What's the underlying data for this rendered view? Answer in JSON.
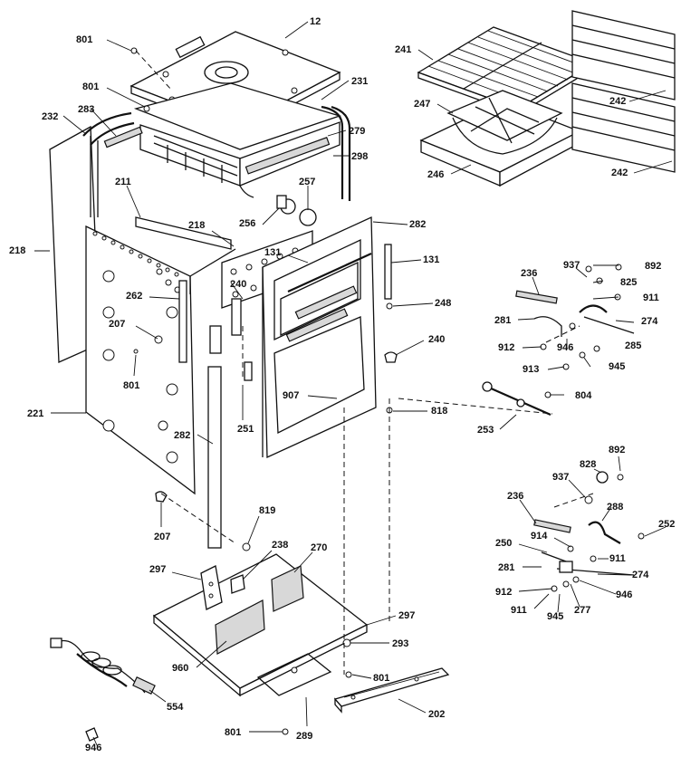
{
  "labels": {
    "l_801_a": "801",
    "l_12": "12",
    "l_241": "241",
    "l_801_b": "801",
    "l_231": "231",
    "l_247": "247",
    "l_242_a": "242",
    "l_232": "232",
    "l_283": "283",
    "l_279": "279",
    "l_298": "298",
    "l_246": "246",
    "l_242_b": "242",
    "l_211": "211",
    "l_257": "257",
    "l_256": "256",
    "l_218_a": "218",
    "l_218_b": "218",
    "l_282_a": "282",
    "l_131_a": "131",
    "l_131_b": "131",
    "l_236_a": "236",
    "l_937_a": "937",
    "l_892_a": "892",
    "l_825": "825",
    "l_911_a": "911",
    "l_281_a": "281",
    "l_274_a": "274",
    "l_240_a": "240",
    "l_248": "248",
    "l_262": "262",
    "l_207_a": "207",
    "l_240_b": "240",
    "l_912_a": "912",
    "l_946_a": "946",
    "l_285": "285",
    "l_913": "913",
    "l_945_a": "945",
    "l_801_c": "801",
    "l_907": "907",
    "l_818": "818",
    "l_253": "253",
    "l_804": "804",
    "l_221": "221",
    "l_251": "251",
    "l_282_b": "282",
    "l_892_b": "892",
    "l_828": "828",
    "l_937_b": "937",
    "l_236_b": "236",
    "l_288": "288",
    "l_207_b": "207",
    "l_819": "819",
    "l_252": "252",
    "l_914": "914",
    "l_250": "250",
    "l_911_b": "911",
    "l_281_b": "281",
    "l_274_b": "274",
    "l_912_b": "912",
    "l_946_b": "946",
    "l_911_c": "911",
    "l_945_b": "945",
    "l_277": "277",
    "l_297_a": "297",
    "l_238": "238",
    "l_270": "270",
    "l_297_b": "297",
    "l_293": "293",
    "l_960": "960",
    "l_801_d": "801",
    "l_554": "554",
    "l_202": "202",
    "l_801_e": "801",
    "l_289": "289",
    "l_946_c": "946"
  }
}
